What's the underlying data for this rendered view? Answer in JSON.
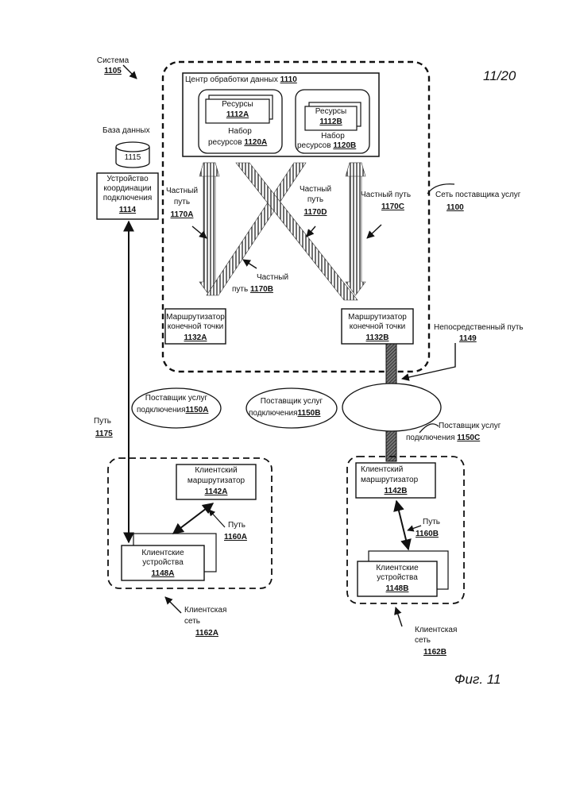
{
  "page_number": "11/20",
  "figure_caption": "Фиг. 11",
  "system": {
    "label": "Система",
    "ref": "1105"
  },
  "provider_network": {
    "label": "Сеть поставщика услуг",
    "ref": "1100"
  },
  "data_center": {
    "label": "Центр обработки данных",
    "ref": "1110"
  },
  "resources_a": {
    "label": "Ресурсы",
    "ref": "1112A"
  },
  "resources_b": {
    "label": "Ресурсы",
    "ref": "1112B"
  },
  "resource_pool_a": {
    "line1": "Набор",
    "line2": "ресурсов",
    "ref": "1120A"
  },
  "resource_pool_b": {
    "line1": "Набор",
    "line2": "ресурсов",
    "ref": "1120B"
  },
  "database": {
    "label": "База данных",
    "ref": "1115"
  },
  "coordination_device": {
    "line1": "Устройство",
    "line2": "координации",
    "line3": "подключения",
    "ref": "1114"
  },
  "private_path_a": {
    "line1": "Частный",
    "line2": "путь",
    "ref": "1170A"
  },
  "private_path_b": {
    "line1": "Частный",
    "line2": "путь",
    "ref": "1170B"
  },
  "private_path_c": {
    "line1": "Частный  путь",
    "ref": "1170C"
  },
  "private_path_d": {
    "line1": "Частный",
    "line2": "путь",
    "ref": "1170D"
  },
  "endpoint_router_a": {
    "line1": "Маршрутизатор",
    "line2": "конечной точки",
    "ref": "1132A"
  },
  "endpoint_router_b": {
    "line1": "Маршрутизатор",
    "line2": "конечной точки",
    "ref": "1132B"
  },
  "direct_path": {
    "label": "Непосредственный путь",
    "ref": "1149"
  },
  "connectivity_provider_a": {
    "line1": "Поставщик услуг",
    "line2": "подключения",
    "ref": "1150A"
  },
  "connectivity_provider_b": {
    "line1": "Поставщик услуг",
    "line2": "подключения",
    "ref": "1150B"
  },
  "connectivity_provider_c": {
    "line1": "Поставщик услуг",
    "line2": "подключения",
    "ref": "1150C"
  },
  "path_1175": {
    "label": "Путь",
    "ref": "1175"
  },
  "client_router_a": {
    "line1": "Клиентский",
    "line2": "маршрутизатор",
    "ref": "1142A"
  },
  "client_router_b": {
    "line1": "Клиентский",
    "line2": "маршрутизатор",
    "ref": "1142B"
  },
  "path_1160a": {
    "label": "Путь",
    "ref": "1160A"
  },
  "path_1160b": {
    "label": "Путь",
    "ref": "1160B"
  },
  "client_devices_a": {
    "line1": "Клиентские",
    "line2": "устройства",
    "ref": "1148A"
  },
  "client_devices_b": {
    "line1": "Клиентские",
    "line2": "устройства",
    "ref": "1148B"
  },
  "client_network_a": {
    "line1": "Клиентская",
    "line2": "сеть",
    "ref": "1162A"
  },
  "client_network_b": {
    "line1": "Клиентская",
    "line2": "сеть",
    "ref": "1162B"
  }
}
